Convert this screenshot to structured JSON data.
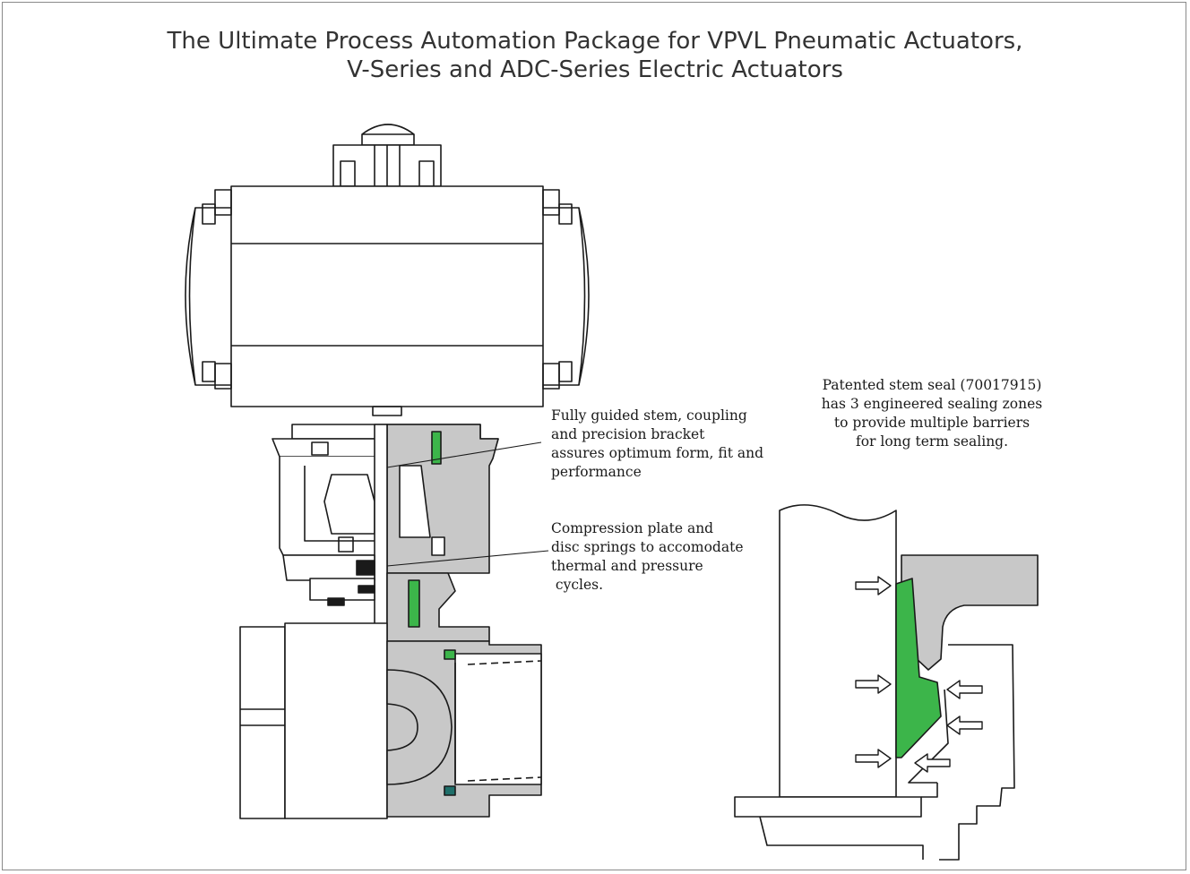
{
  "title": {
    "line1": "The Ultimate Process Automation Package for VPVL Pneumatic Actuators,",
    "line2": "V-Series and ADC-Series Electric Actuators"
  },
  "callouts": {
    "stem_guide": {
      "lines": [
        "Fully guided stem, coupling",
        "and precision bracket",
        "assures optimum form, fit and",
        "performance"
      ]
    },
    "compression": {
      "lines": [
        "Compression plate and",
        "disc springs to accomodate",
        "thermal and pressure",
        " cycles."
      ]
    },
    "stem_seal": {
      "lines": [
        "Patented stem seal (70017915)",
        "has 3 engineered sealing zones",
        "to provide multiple barriers",
        "for long term sealing."
      ]
    }
  },
  "colors": {
    "seal_green": "#3cb54a",
    "section_gray": "#c8c8c8",
    "outline": "#1a1a1a"
  }
}
